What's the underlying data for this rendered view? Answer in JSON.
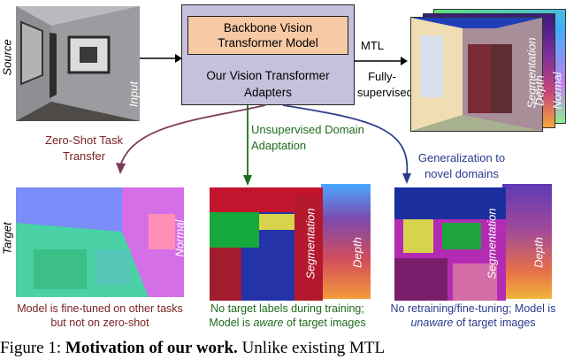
{
  "side_labels": {
    "source": "Source",
    "target": "Target"
  },
  "top": {
    "input_label": "Input",
    "backbone_title": "Backbone Vision Transformer Model",
    "adapter_title": "Our Vision Transformer Adapters",
    "mtl_label": "MTL",
    "supervision_label": "Fully-supervised",
    "output_tasks": [
      "Segmentation",
      "Depth",
      "Normal"
    ]
  },
  "arrows": {
    "left": "Zero-Shot Task Transfer",
    "middle": "Unsupervised Domain Adaptation",
    "right": "Generalization to novel domains"
  },
  "targets": [
    {
      "task_labels": [
        "Normal"
      ],
      "caption": "Model is fine-tuned on other tasks but not on zero-shot"
    },
    {
      "task_labels": [
        "Segmentation",
        "Depth"
      ],
      "caption_before": "No target labels during training; Model is ",
      "caption_em": "aware",
      "caption_after": " of target images"
    },
    {
      "task_labels": [
        "Segmentation",
        "Depth"
      ],
      "caption_before": "No retraining/fine-tuning; Model is ",
      "caption_em": "unaware",
      "caption_after": " of target images"
    }
  ],
  "figure_caption": {
    "prefix": "Figure 1: ",
    "bold": "Motivation of our work.",
    "rest": " Unlike existing MTL"
  },
  "colors": {
    "adapter_box": "#c6c0dc",
    "backbone_box": "#f7c9a4",
    "arrow_purple": "#7e3a5a",
    "arrow_navy": "#2d3d8c",
    "caption_red": "#7a2224",
    "caption_green": "#1f6b1d",
    "caption_navy": "#2b3a8c"
  }
}
